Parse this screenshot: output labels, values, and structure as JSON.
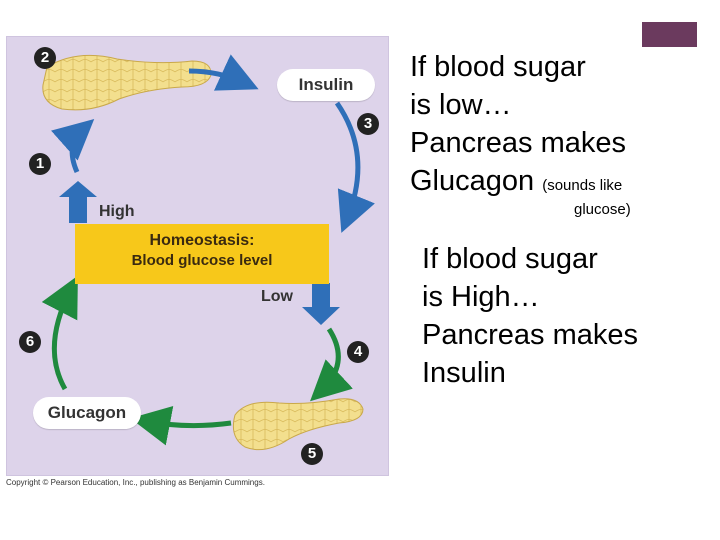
{
  "diagram": {
    "steps": [
      "1",
      "2",
      "3",
      "4",
      "5",
      "6"
    ],
    "insulin_label": "Insulin",
    "glucagon_label": "Glucagon",
    "homeostasis_title": "Homeostasis:",
    "homeostasis_subtitle": "Blood glucose level",
    "high_label": "High",
    "low_label": "Low",
    "copyright": "Copyright © Pearson Education, Inc., publishing as Benjamin Cummings.",
    "colors": {
      "background": "#ddd3ea",
      "homeostasis": "#f7c81a",
      "blue_arrow": "#2f6fb8",
      "green_arrow": "#1f8a3e",
      "pancreas": "#f3df8e"
    }
  },
  "text_low": {
    "line1": "If blood sugar",
    "line2": "is low…",
    "line3": "Pancreas makes",
    "line4_main": "Glucagon",
    "line4_small": "(sounds like",
    "line5_small": "glucose)"
  },
  "text_high": {
    "line1": "If blood sugar",
    "line2": "is High…",
    "line3": "Pancreas makes",
    "line4": "Insulin"
  },
  "accent_color": "#6b3a5e"
}
